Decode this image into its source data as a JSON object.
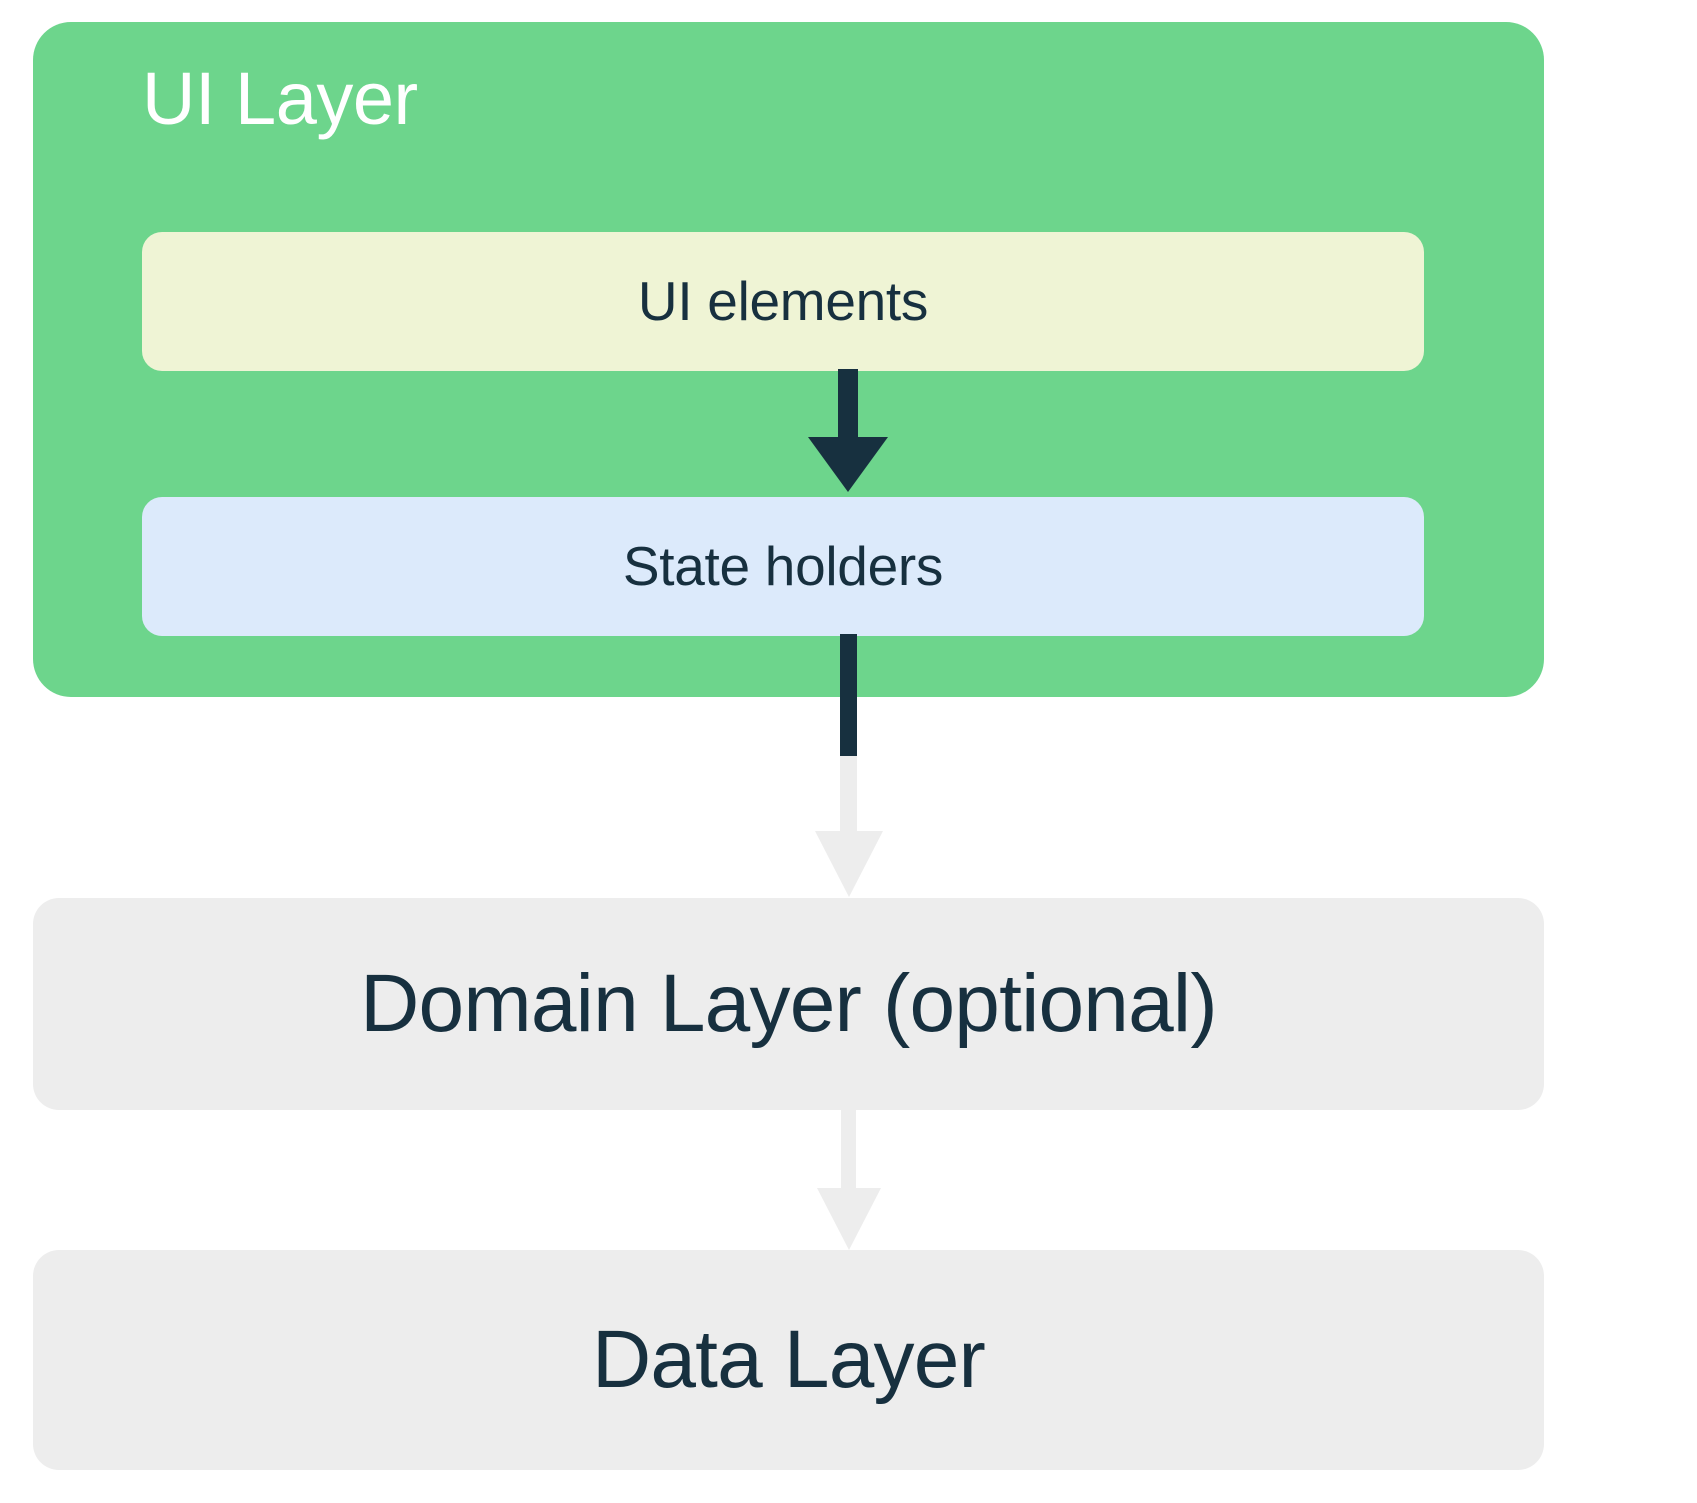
{
  "diagram": {
    "title": "UI Layer",
    "background_color": "#FFFFFF",
    "layers": {
      "ui_layer": {
        "label": "UI Layer",
        "color": "#6DD58C",
        "text_color": "#FFFFFF",
        "children": [
          {
            "label": "UI elements",
            "color": "#EFF4D5",
            "text_color": "#17303F"
          },
          {
            "label": "State holders",
            "color": "#DCEAFB",
            "text_color": "#17303F"
          }
        ]
      },
      "domain_layer": {
        "label": "Domain Layer (optional)",
        "color": "#EDEDED",
        "text_color": "#17303F"
      },
      "data_layer": {
        "label": "Data Layer",
        "color": "#EDEDED",
        "text_color": "#17303F"
      }
    },
    "arrows": [
      {
        "name": "ui-elements-to-state-holders",
        "from": "UI elements",
        "to": "State holders",
        "color": "#17303F",
        "style": "solid"
      },
      {
        "name": "state-holders-to-domain-layer",
        "from": "State holders",
        "to": "Domain Layer (optional)",
        "color": "#17303F",
        "fade_color": "#EDEDED",
        "style": "solid"
      },
      {
        "name": "domain-layer-to-data-layer",
        "from": "Domain Layer (optional)",
        "to": "Data Layer",
        "color": "#EDEDED",
        "style": "solid"
      }
    ]
  }
}
